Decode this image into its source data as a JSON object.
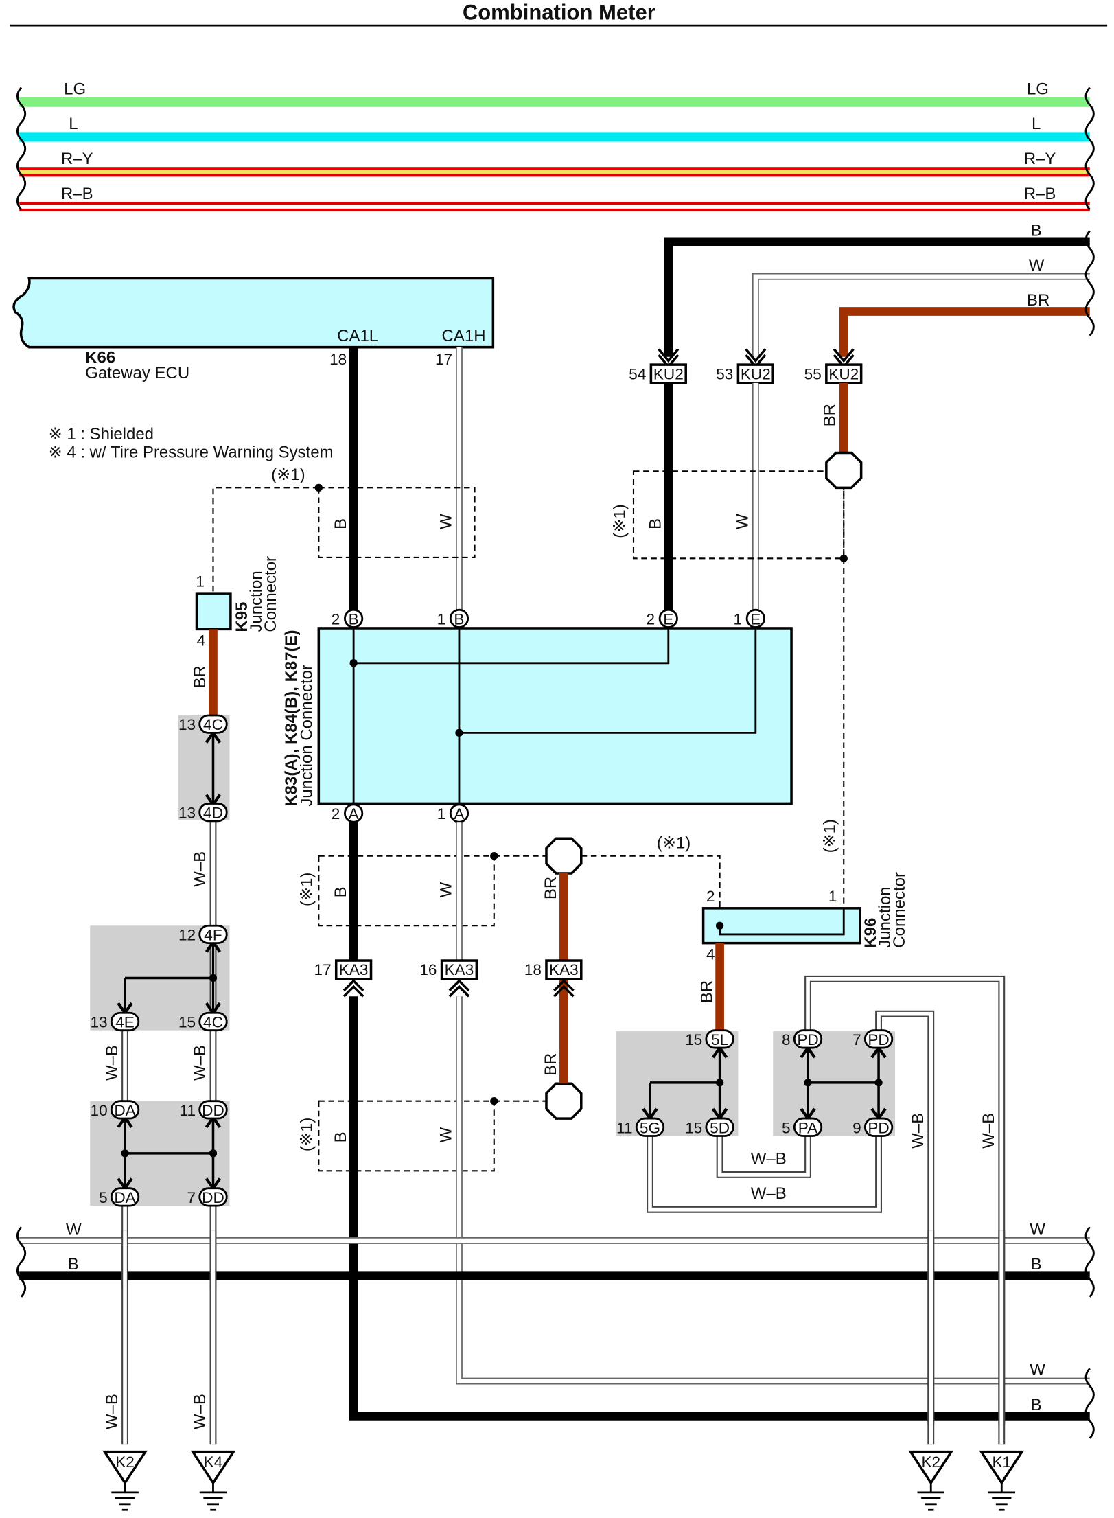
{
  "title": "Combination Meter",
  "notes": [
    "※ 1 : Shielded",
    "※ 4 : w/ Tire Pressure Warning System"
  ],
  "shield_tag": "(※1)",
  "top_wires": {
    "lg": "LG",
    "l": "L",
    "ry": "R–Y",
    "rb": "R–B"
  },
  "right_wires": {
    "b": "B",
    "w": "W",
    "br": "BR"
  },
  "bottom_wires": {
    "w": "W",
    "b": "B"
  },
  "colors": {
    "LG": "#80f080",
    "L": "#00e8f0",
    "R": "#e00000",
    "Y": "#f0e060",
    "B": "#000000",
    "W": "#ffffff",
    "BR": "#a03000",
    "connector_fill": "#c4fbfe",
    "splice_fill": "#d0d0d0"
  },
  "gateway_ecu": {
    "code": "K66",
    "name": "Gateway ECU",
    "pin_ca1l": "CA1L",
    "pin_ca1h": "CA1H",
    "pin18": "18",
    "pin17": "17"
  },
  "k95": {
    "code": "K95",
    "name1": "Junction",
    "name2": "Connector",
    "pin1": "1",
    "pin4": "4"
  },
  "k96": {
    "code": "K96",
    "name1": "Junction",
    "name2": "Connector",
    "pin1": "1",
    "pin2": "2",
    "pin4": "4"
  },
  "junction": {
    "code": "K83(A), K84(B), K87(E)",
    "name": "Junction Connector"
  },
  "ku2": [
    {
      "pin": "54",
      "label": "KU2"
    },
    {
      "pin": "53",
      "label": "KU2"
    },
    {
      "pin": "55",
      "label": "KU2"
    }
  ],
  "ka3": [
    {
      "pin": "17",
      "label": "KA3"
    },
    {
      "pin": "16",
      "label": "KA3"
    },
    {
      "pin": "18",
      "label": "KA3"
    }
  ],
  "junction_pins": {
    "top": [
      {
        "num": "2",
        "ltr": "B"
      },
      {
        "num": "1",
        "ltr": "B"
      },
      {
        "num": "2",
        "ltr": "E"
      },
      {
        "num": "1",
        "ltr": "E"
      }
    ],
    "bottom": [
      {
        "num": "2",
        "ltr": "A"
      },
      {
        "num": "1",
        "ltr": "A"
      }
    ]
  },
  "left_splices": [
    {
      "num": "13",
      "label": "4C"
    },
    {
      "num": "13",
      "label": "4D"
    },
    {
      "num": "12",
      "label": "4F"
    },
    {
      "num": "13",
      "label": "4E"
    },
    {
      "num": "15",
      "label": "4C"
    },
    {
      "num": "10",
      "label": "DA"
    },
    {
      "num": "11",
      "label": "DD"
    },
    {
      "num": "5",
      "label": "DA"
    },
    {
      "num": "7",
      "label": "DD"
    }
  ],
  "right_splices": [
    {
      "num": "15",
      "label": "5L"
    },
    {
      "num": "11",
      "label": "5G"
    },
    {
      "num": "15",
      "label": "5D"
    },
    {
      "num": "8",
      "label": "PD"
    },
    {
      "num": "7",
      "label": "PD"
    },
    {
      "num": "5",
      "label": "PA"
    },
    {
      "num": "9",
      "label": "PD"
    }
  ],
  "wire_labels": {
    "b": "B",
    "w": "W",
    "br": "BR",
    "wb": "W–B"
  },
  "grounds": [
    {
      "label": "K2"
    },
    {
      "label": "K4"
    },
    {
      "label": "K2"
    },
    {
      "label": "K1"
    }
  ]
}
